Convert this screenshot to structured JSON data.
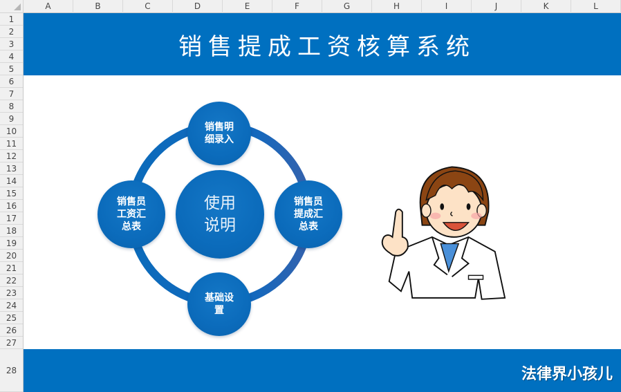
{
  "spreadsheet": {
    "columns": [
      "A",
      "B",
      "C",
      "D",
      "E",
      "F",
      "G",
      "H",
      "I",
      "J",
      "K",
      "L"
    ],
    "rows": [
      "1",
      "2",
      "3",
      "4",
      "5",
      "6",
      "7",
      "8",
      "9",
      "10",
      "11",
      "12",
      "13",
      "14",
      "15",
      "16",
      "17",
      "18",
      "19",
      "20",
      "21",
      "22",
      "23",
      "24",
      "25",
      "26",
      "27",
      "28"
    ]
  },
  "header": {
    "title": "销售提成工资核算系统",
    "background": "#0070c0"
  },
  "diagram": {
    "ring_color": "#1068bd",
    "node_color": "#0b6bbb",
    "center": {
      "label": "使用说明",
      "line1": "使用",
      "line2": "说明"
    },
    "nodes": {
      "top": {
        "label": "销售明细录入",
        "line1": "销售明",
        "line2": "细录入"
      },
      "right": {
        "label": "销售员提成汇总表",
        "line1": "销售员",
        "line2": "提成汇",
        "line3": "总表"
      },
      "bottom": {
        "label": "基础设置",
        "line1": "基础设",
        "line2": "置"
      },
      "left": {
        "label": "销售员工资汇总表",
        "line1": "销售员",
        "line2": "工资汇",
        "line3": "总表"
      }
    }
  },
  "illustration": {
    "icon": "teacher-pointing-finger-icon"
  },
  "footer": {
    "text": "法律界小孩儿",
    "background": "#0070c0"
  }
}
